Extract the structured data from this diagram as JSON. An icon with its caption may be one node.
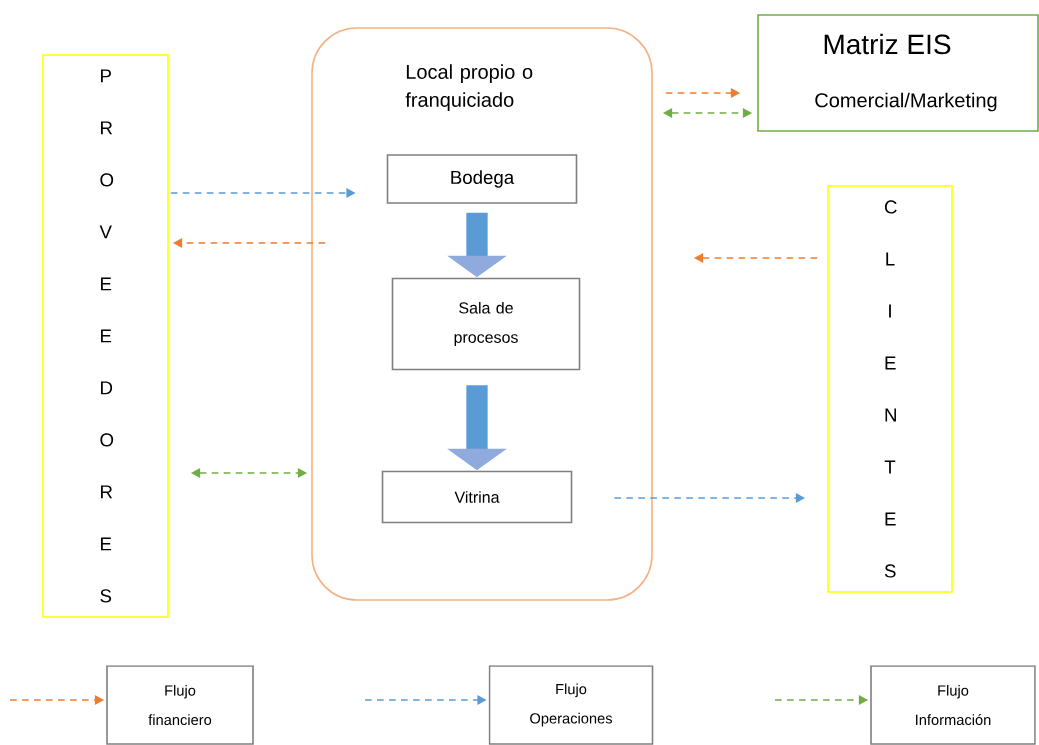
{
  "diagram": {
    "nodes": [
      {
        "text": [
          "P R O V E E D O R E S"
        ]
      },
      {
        "text": [
          "Local propio o franquiciado"
        ]
      },
      {
        "text": [
          "Bodega"
        ],
        "in": 1
      },
      {
        "text": [
          "Sala de procesos"
        ],
        "in": 1
      },
      {
        "text": [
          "Vitrina"
        ],
        "in": 1
      },
      {
        "text": [
          "Matriz EIS",
          "Comercial/Marketing"
        ]
      },
      {
        "text": [
          "C L I E N T E S"
        ]
      },
      {
        "text": [
          "Flujo financiero"
        ]
      },
      {
        "text": [
          "Flujo Operaciones"
        ]
      },
      {
        "text": [
          "Flujo Información"
        ]
      }
    ],
    "edges": [
      {
        "from": 0,
        "to": 2,
        "arrow": "to",
        "style": "dashed",
        "color": "#5b9bd5"
      },
      {
        "from": 1,
        "to": 0,
        "arrow": "to",
        "style": "dashed",
        "color": "#ed7d31"
      },
      {
        "from": 0,
        "to": 1,
        "arrow": "both",
        "style": "dashed",
        "color": "#70ad47"
      },
      {
        "from": 6,
        "to": 1,
        "arrow": "to",
        "style": "dashed",
        "color": "#ed7d31"
      },
      {
        "from": 4,
        "to": 6,
        "arrow": "to",
        "style": "dashed",
        "color": "#5b9bd5"
      },
      {
        "from": 1,
        "to": 5,
        "arrow": "to",
        "style": "dashed",
        "color": "#ed7d31"
      },
      {
        "from": 1,
        "to": 5,
        "arrow": "both",
        "style": "dashed",
        "color": "#70ad47"
      },
      {
        "from": null,
        "to": 7,
        "arrow": "to",
        "style": "dashed",
        "color": "#ed7d31"
      },
      {
        "from": null,
        "to": 8,
        "arrow": "to",
        "style": "dashed",
        "color": "#5b9bd5"
      },
      {
        "from": null,
        "to": 9,
        "arrow": "to",
        "style": "dashed",
        "color": "#70ad47"
      },
      {
        "from": 2,
        "to": 3,
        "arrow": "to",
        "style": "thick",
        "color": "#5b9bd5"
      },
      {
        "from": 3,
        "to": 4,
        "arrow": "to",
        "style": "thick",
        "color": "#5b9bd5"
      }
    ]
  }
}
